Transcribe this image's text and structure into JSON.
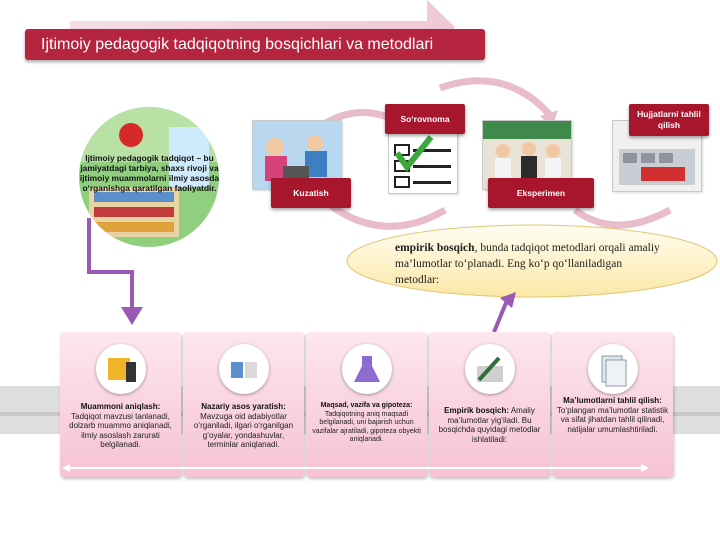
{
  "title": "Ijtimoiy pedagogik tadqiqotning bosqichlari va metodlari",
  "definition": "Ijtimoiy pedagogik tadqiqot – bu jamiyatdagi tarbiya, shaxs rivoji va ijtimoiy muammolarni ilmiy asosda o‘rganishga qaratilgan faoliyatdir.",
  "methods": {
    "observation": "Kuzatish",
    "survey": "So‘rovnoma",
    "experiment": "Eksperimen",
    "document_analysis": "Hujjatlarni tahlil qilish"
  },
  "callout": {
    "bold": "empirik bosqich",
    "rest": ", bunda tadqiqot metodlari orqali amaliy ma’lumotlar to‘planadi. Eng ko‘p qo‘llaniladigan metodlar:"
  },
  "stages": [
    {
      "title": "Muammoni aniqlash:",
      "text": "Tadqiqot mavzusi tanlanadi, dolzarb muammo aniqlanadi, ilmiy asoslash zarurati belgilanadi."
    },
    {
      "title": "Nazariy asos yaratish:",
      "text": "Mavzuga oid adabiyotlar o‘rganiladi, ilgari o‘rganilgan g‘oyalar, yondashuvlar, terminlar aniqlanadi."
    },
    {
      "title": "Maqsad, vazifa va gipoteza:",
      "text": "Tadqiqotning aniq maqsadi belgilanadi, uni bajarish uchun vazifalar ajratiladi, gipoteza obyekti aniqlanadi."
    },
    {
      "title": "Empirik bosqich:",
      "text": "Amaliy ma’lumotlar yig‘iladi. Bu bosqichda quyidagi metodlar ishlatiladi:"
    },
    {
      "title": "Ma’lumotlarni tahlil qilish:",
      "text": "To‘plangan ma’lumotlar statistik va sifat jihatdan tahlil qilinadi, natijalar umumlashtiriladi."
    }
  ],
  "colors": {
    "accent": "#b5253f",
    "label": "#a8162e",
    "connector": "#9b59b6",
    "card": "#f6c3d3"
  }
}
